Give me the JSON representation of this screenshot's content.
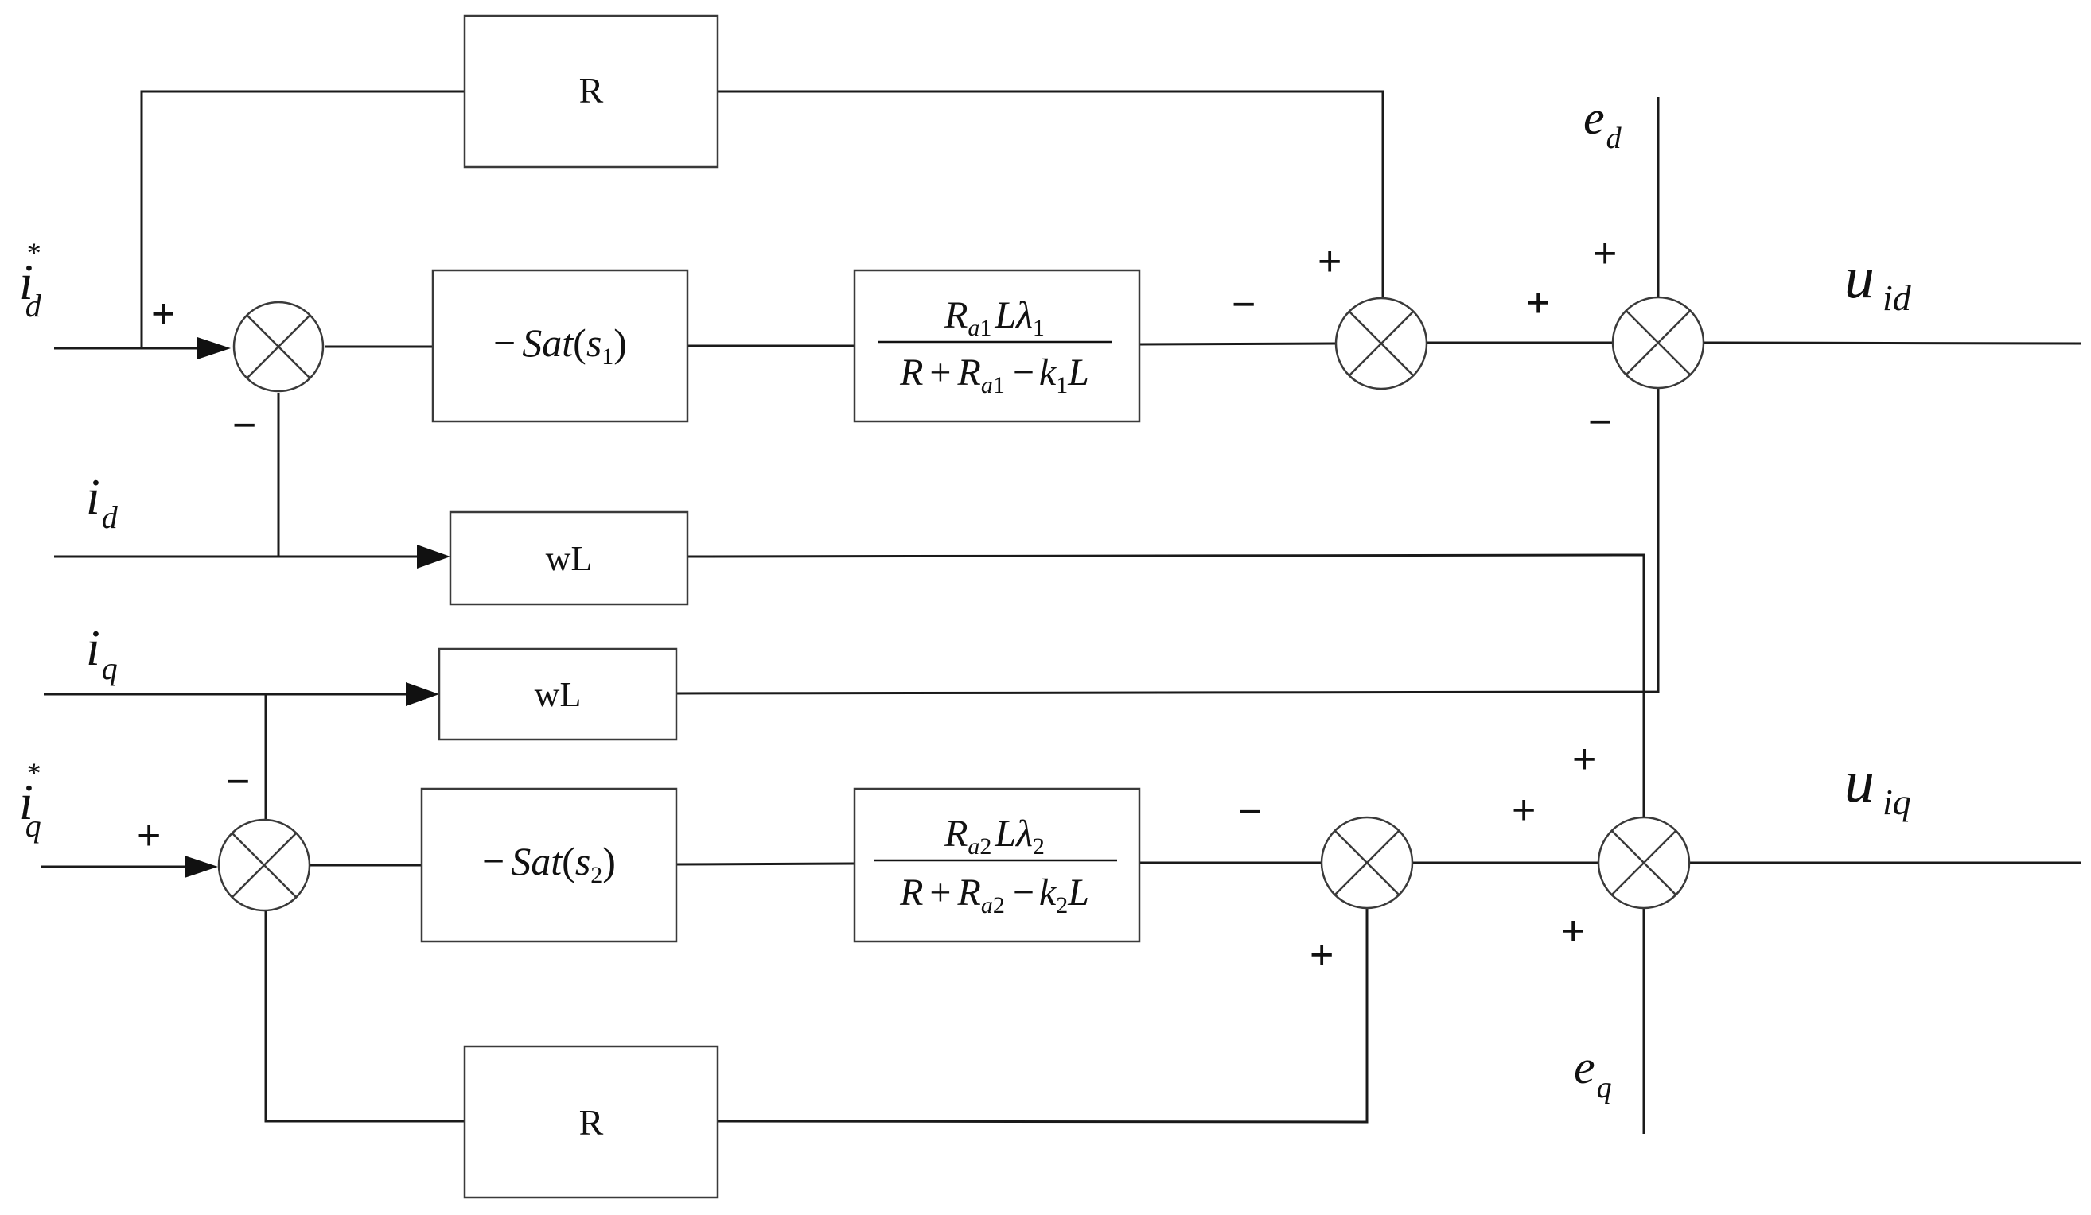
{
  "blocks": {
    "r_top": "R",
    "r_bottom": "R",
    "wl_top": "wL",
    "wl_bottom": "wL",
    "sat1": {
      "minus": "−",
      "func": "Sat",
      "arg": "s",
      "sub": "1"
    },
    "sat2": {
      "minus": "−",
      "func": "Sat",
      "arg": "s",
      "sub": "2"
    },
    "tf1": {
      "num": {
        "R": "R",
        "a": "a",
        "one": "1",
        "L": "L",
        "lambda": "λ",
        "sub": "1"
      },
      "den": {
        "R": "R",
        "plus": "+",
        "R2": "R",
        "a": "a",
        "one": "1",
        "minus": "−",
        "k": "k",
        "sub": "1",
        "L": "L"
      }
    },
    "tf2": {
      "num": {
        "R": "R",
        "a": "a",
        "two": "2",
        "L": "L",
        "lambda": "λ",
        "sub": "2"
      },
      "den": {
        "R": "R",
        "plus": "+",
        "R2": "R",
        "a": "a",
        "two": "2",
        "minus": "−",
        "k": "k",
        "sub": "2",
        "L": "L"
      }
    }
  },
  "signals": {
    "id_ref": {
      "main": "i",
      "sub": "d",
      "sup": "*"
    },
    "id": {
      "main": "i",
      "sub": "d"
    },
    "iq": {
      "main": "i",
      "sub": "q"
    },
    "iq_ref": {
      "main": "i",
      "sub": "q",
      "sup": "*"
    },
    "ed": {
      "main": "e",
      "sub": "d"
    },
    "eq": {
      "main": "e",
      "sub": "q"
    },
    "uid": {
      "main": "u",
      "sub": "id"
    },
    "uiq": {
      "main": "u",
      "sub": "iq"
    }
  },
  "signs": {
    "plus": "+",
    "minus": "−"
  }
}
